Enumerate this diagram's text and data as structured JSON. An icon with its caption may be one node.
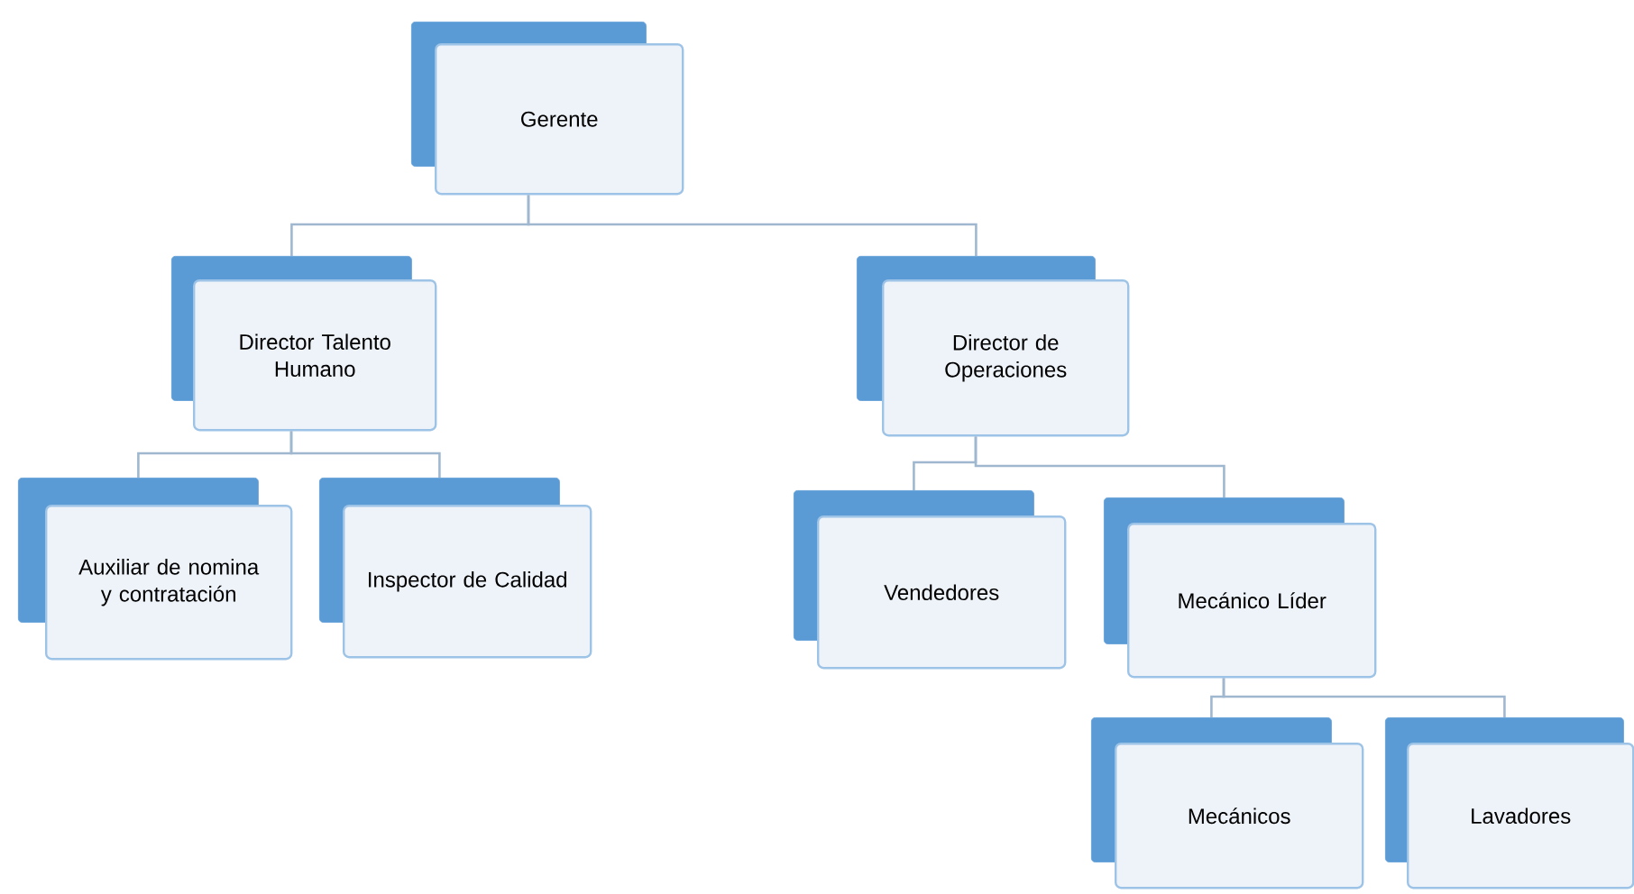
{
  "diagram": {
    "nodes": [
      {
        "text": [
          "Gerente"
        ]
      },
      {
        "text": [
          "Director Talento Humano"
        ]
      },
      {
        "text": [
          "Director de Operaciones"
        ]
      },
      {
        "text": [
          "Auxiliar de nomina y contratación"
        ]
      },
      {
        "text": [
          "Inspector de Calidad"
        ]
      },
      {
        "text": [
          "Vendedores"
        ]
      },
      {
        "text": [
          "Mecánico Líder"
        ]
      },
      {
        "text": [
          "Mecánicos"
        ]
      },
      {
        "text": [
          "Lavadores"
        ]
      }
    ],
    "edges": [
      {
        "from": 0,
        "to": 1,
        "arrow": "none"
      },
      {
        "from": 0,
        "to": 2,
        "arrow": "none"
      },
      {
        "from": 1,
        "to": 3,
        "arrow": "none"
      },
      {
        "from": 1,
        "to": 4,
        "arrow": "none"
      },
      {
        "from": 2,
        "to": 5,
        "arrow": "none"
      },
      {
        "from": 2,
        "to": 6,
        "arrow": "none"
      },
      {
        "from": 6,
        "to": 7,
        "arrow": "none"
      },
      {
        "from": 6,
        "to": 8,
        "arrow": "none"
      }
    ]
  }
}
